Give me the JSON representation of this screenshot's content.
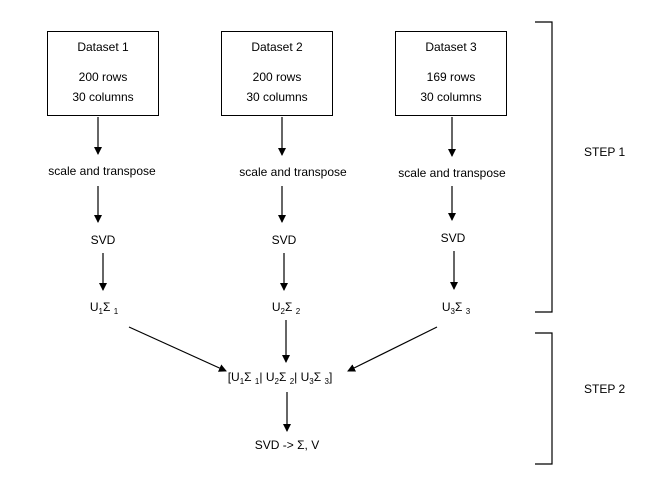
{
  "datasets": [
    {
      "title": "Dataset 1",
      "rows": "200 rows",
      "cols": "30 columns",
      "product": {
        "u": "U",
        "u_sub": "1",
        "s": "Σ ",
        "s_sub": "1"
      }
    },
    {
      "title": "Dataset 2",
      "rows": "200 rows",
      "cols": "30 columns",
      "product": {
        "u": "U",
        "u_sub": "2",
        "s": "Σ ",
        "s_sub": "2"
      }
    },
    {
      "title": "Dataset 3",
      "rows": "169 rows",
      "cols": "30 columns",
      "product": {
        "u": "U",
        "u_sub": "3",
        "s": "Σ ",
        "s_sub": "3"
      }
    }
  ],
  "steps": {
    "transpose": "scale and transpose",
    "svd": "SVD"
  },
  "combined": {
    "open": "[U",
    "s1": "1",
    "sig1": "Σ ",
    "s1b": "1",
    "sep1": "| U",
    "s2": "2",
    "sig2": "Σ ",
    "s2b": "2",
    "sep2": "| U",
    "s3": "3",
    "sig3": "Σ ",
    "s3b": "3",
    "close": "]"
  },
  "final": "SVD -> Σ, V",
  "brackets": {
    "step1": "STEP 1",
    "step2": "STEP 2"
  }
}
